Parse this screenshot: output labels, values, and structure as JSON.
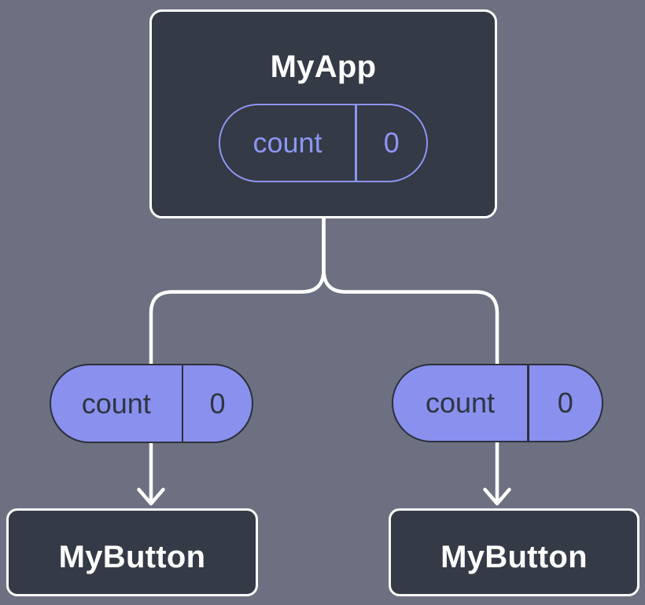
{
  "diagram": {
    "type": "component-tree",
    "parent": {
      "title": "MyApp",
      "state": {
        "name": "count",
        "value": "0"
      }
    },
    "children": [
      {
        "title": "MyButton",
        "prop": {
          "name": "count",
          "value": "0"
        }
      },
      {
        "title": "MyButton",
        "prop": {
          "name": "count",
          "value": "0"
        }
      }
    ]
  },
  "theme": {
    "background": "#6c7080",
    "card_fill": "#343a46",
    "card_border": "#ffffff",
    "accent_purple": "#8a90ee",
    "accent_purple_light": "#8d95f2",
    "pill_text_dark": "#2f3540",
    "pill_border_dark": "#2b313c",
    "title_text": "#ffffff",
    "connector": "#ffffff"
  }
}
